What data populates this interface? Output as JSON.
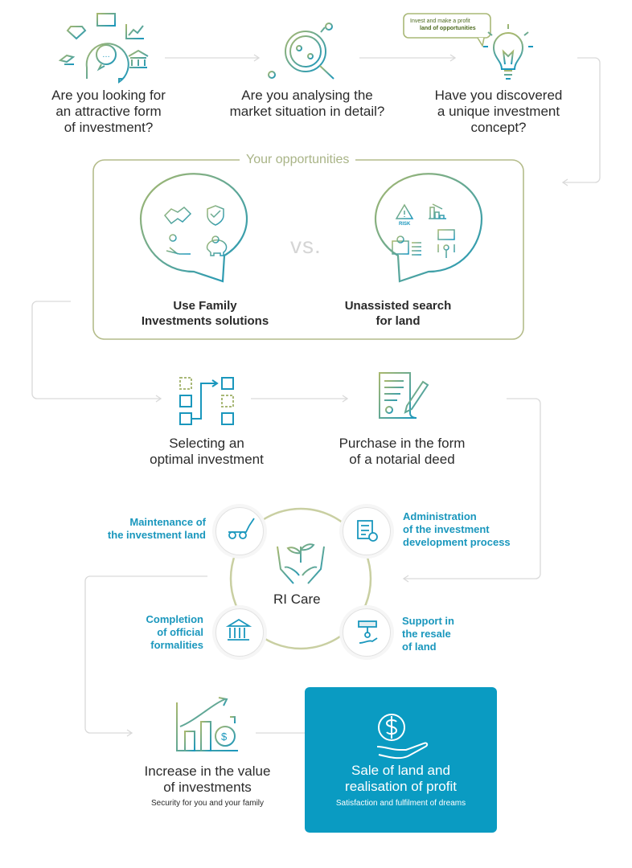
{
  "questions": [
    {
      "text": "Are you looking for\nan attractive form\nof investment?",
      "icon": "investor-thinking-icon"
    },
    {
      "text": "Are you analysing the\nmarket situation in detail?",
      "icon": "magnifier-chart-icon"
    },
    {
      "text": "Have you discovered\na unique investment\nconcept?",
      "icon": "lightbulb-icon"
    }
  ],
  "speech_bubble": {
    "line1": "Invest and make a profit",
    "line2": "land of opportunities"
  },
  "opportunities": {
    "title": "Your opportunities",
    "left_label": "Use Family\nInvestments solutions",
    "vs": "vs.",
    "right_label": "Unassisted search\nfor land",
    "risk_text": "RISK"
  },
  "steps": {
    "select": "Selecting an\noptimal investment",
    "purchase": "Purchase in the form\nof a notarial deed"
  },
  "care": {
    "center": "RI Care",
    "maintenance": "Maintenance of\nthe investment land",
    "administration": "Administration\nof the investment\ndevelopment process",
    "completion": "Completion\nof official\nformalities",
    "support": "Support in\nthe resale\nof land"
  },
  "increase": {
    "title": "Increase in the value\nof investments",
    "subtitle": "Security for you and your family"
  },
  "sale": {
    "title": "Sale of land and\nrealisation of profit",
    "subtitle": "Satisfaction and fulfilment of dreams"
  },
  "colors": {
    "teal": "#1a97bd",
    "green": "#a8b580",
    "box": "#0a9bc2",
    "grey_line": "#d8d8d8"
  }
}
